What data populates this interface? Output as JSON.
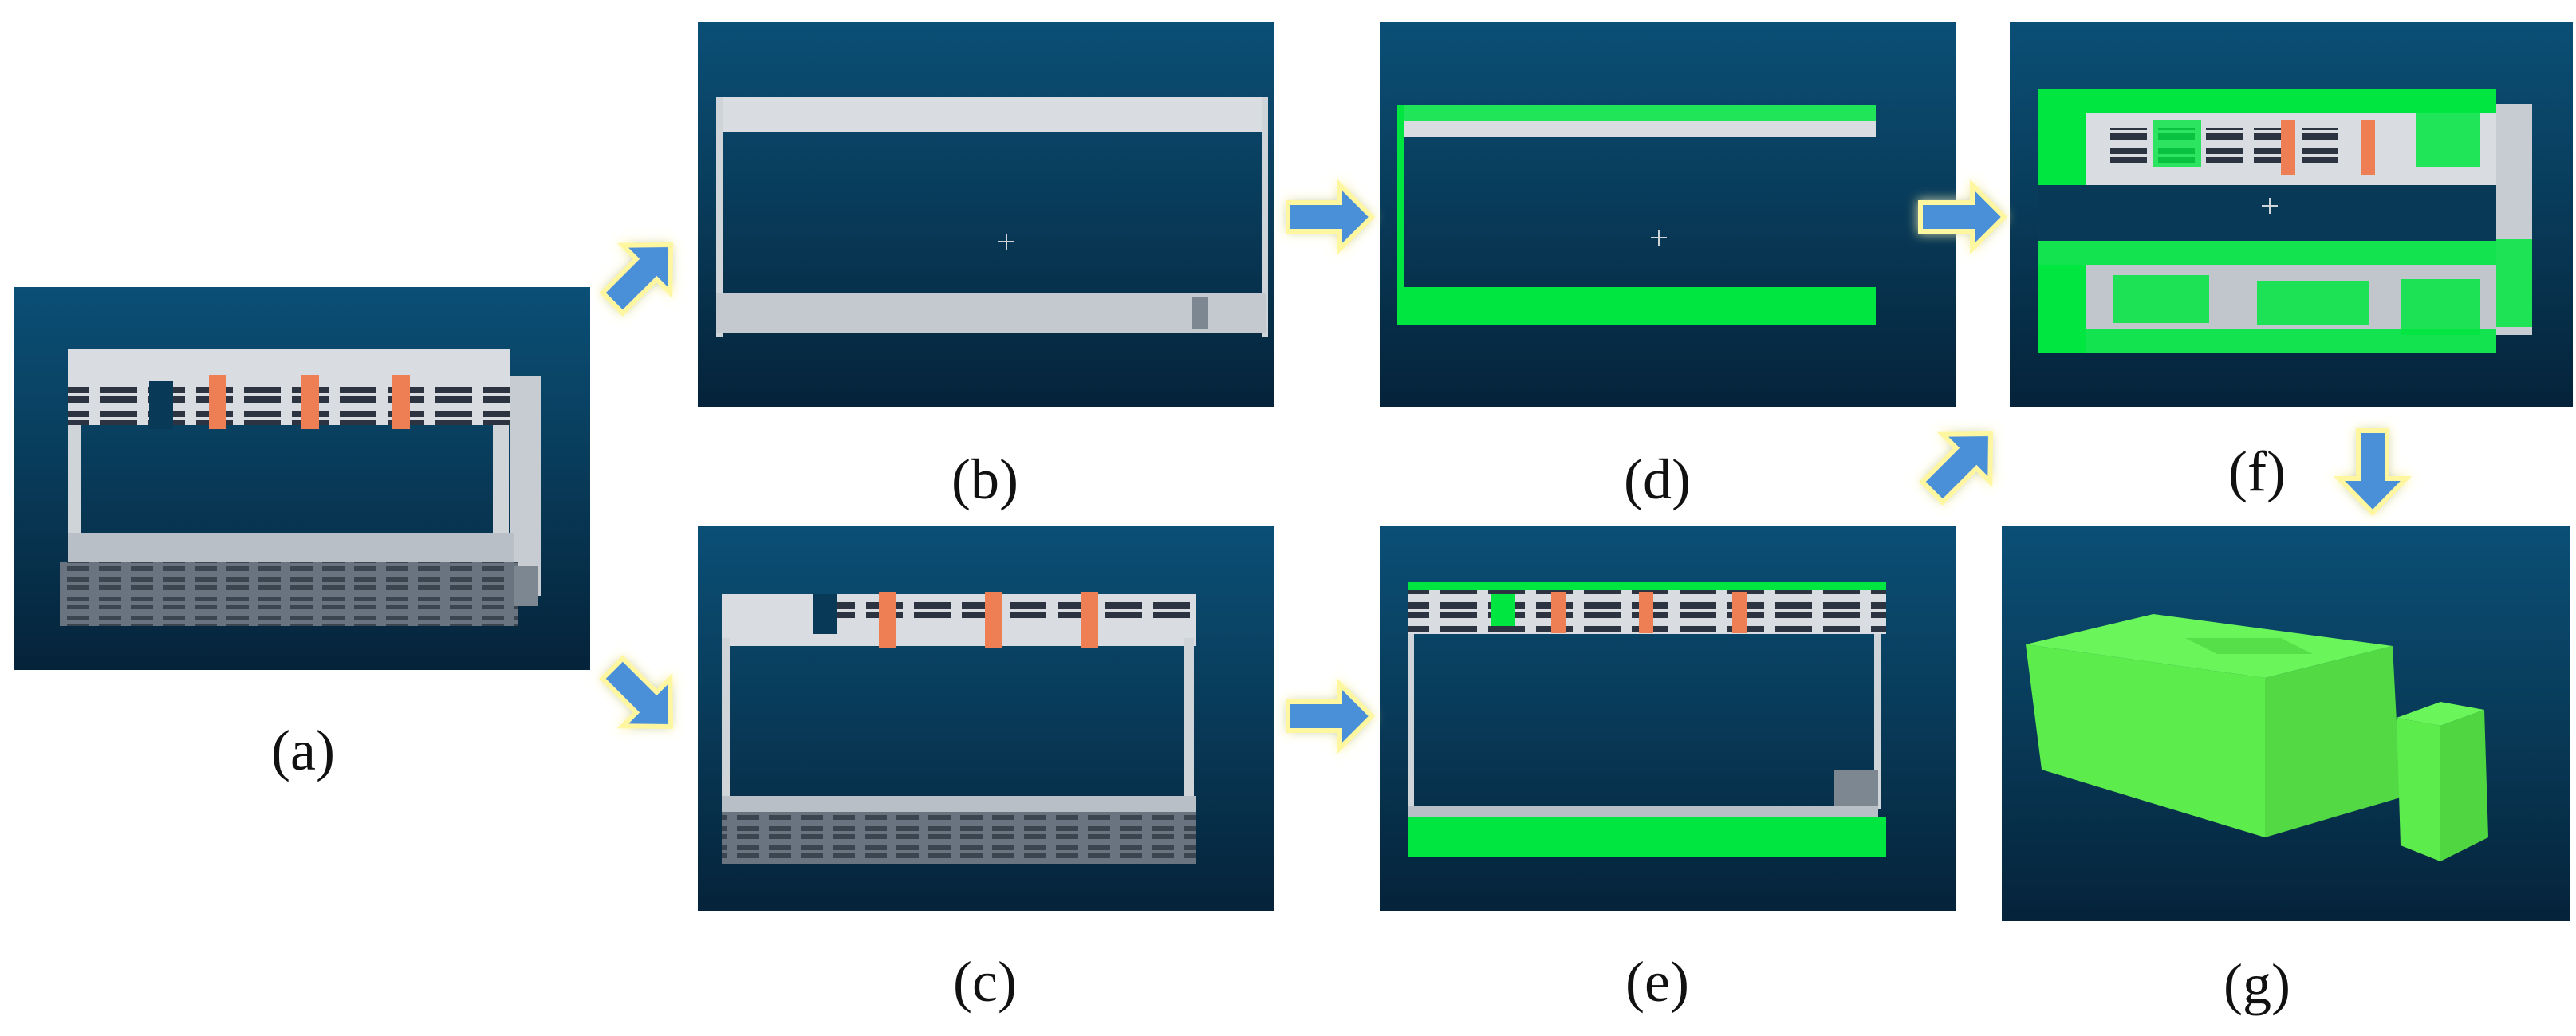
{
  "panels": [
    {
      "id": "a",
      "label": "(a)",
      "content": "input-point-cloud"
    },
    {
      "id": "b",
      "label": "(b)",
      "content": "segmented-walls-upper-lower"
    },
    {
      "id": "c",
      "label": "(c)",
      "content": "segmented-facade-with-windows"
    },
    {
      "id": "d",
      "label": "(d)",
      "content": "fitted-planes-walls"
    },
    {
      "id": "e",
      "label": "(e)",
      "content": "fitted-planes-facade"
    },
    {
      "id": "f",
      "label": "(f)",
      "content": "merged-planes"
    },
    {
      "id": "g",
      "label": "(g)",
      "content": "3d-building-model"
    }
  ],
  "colors": {
    "panel_bg_top": "#0a4d73",
    "panel_bg_bottom": "#05233a",
    "point_cloud": "#d9dde2",
    "facade_dark": "#4a5562",
    "window_orange": "#ee7f55",
    "plane_green": "#00e640",
    "model_green": "#5ced4c",
    "arrow_fill": "#4a90d9",
    "arrow_glow": "#fff6a0"
  },
  "arrows": [
    {
      "from": "a",
      "to": "b",
      "icon": "arrow-up-right-icon"
    },
    {
      "from": "a",
      "to": "c",
      "icon": "arrow-down-right-icon"
    },
    {
      "from": "b",
      "to": "d",
      "icon": "arrow-right-icon"
    },
    {
      "from": "c",
      "to": "e",
      "icon": "arrow-right-icon"
    },
    {
      "from": "d",
      "to": "f",
      "icon": "arrow-right-icon"
    },
    {
      "from": "e",
      "to": "f",
      "icon": "arrow-up-right-icon"
    },
    {
      "from": "f",
      "to": "g",
      "icon": "arrow-down-icon"
    }
  ]
}
